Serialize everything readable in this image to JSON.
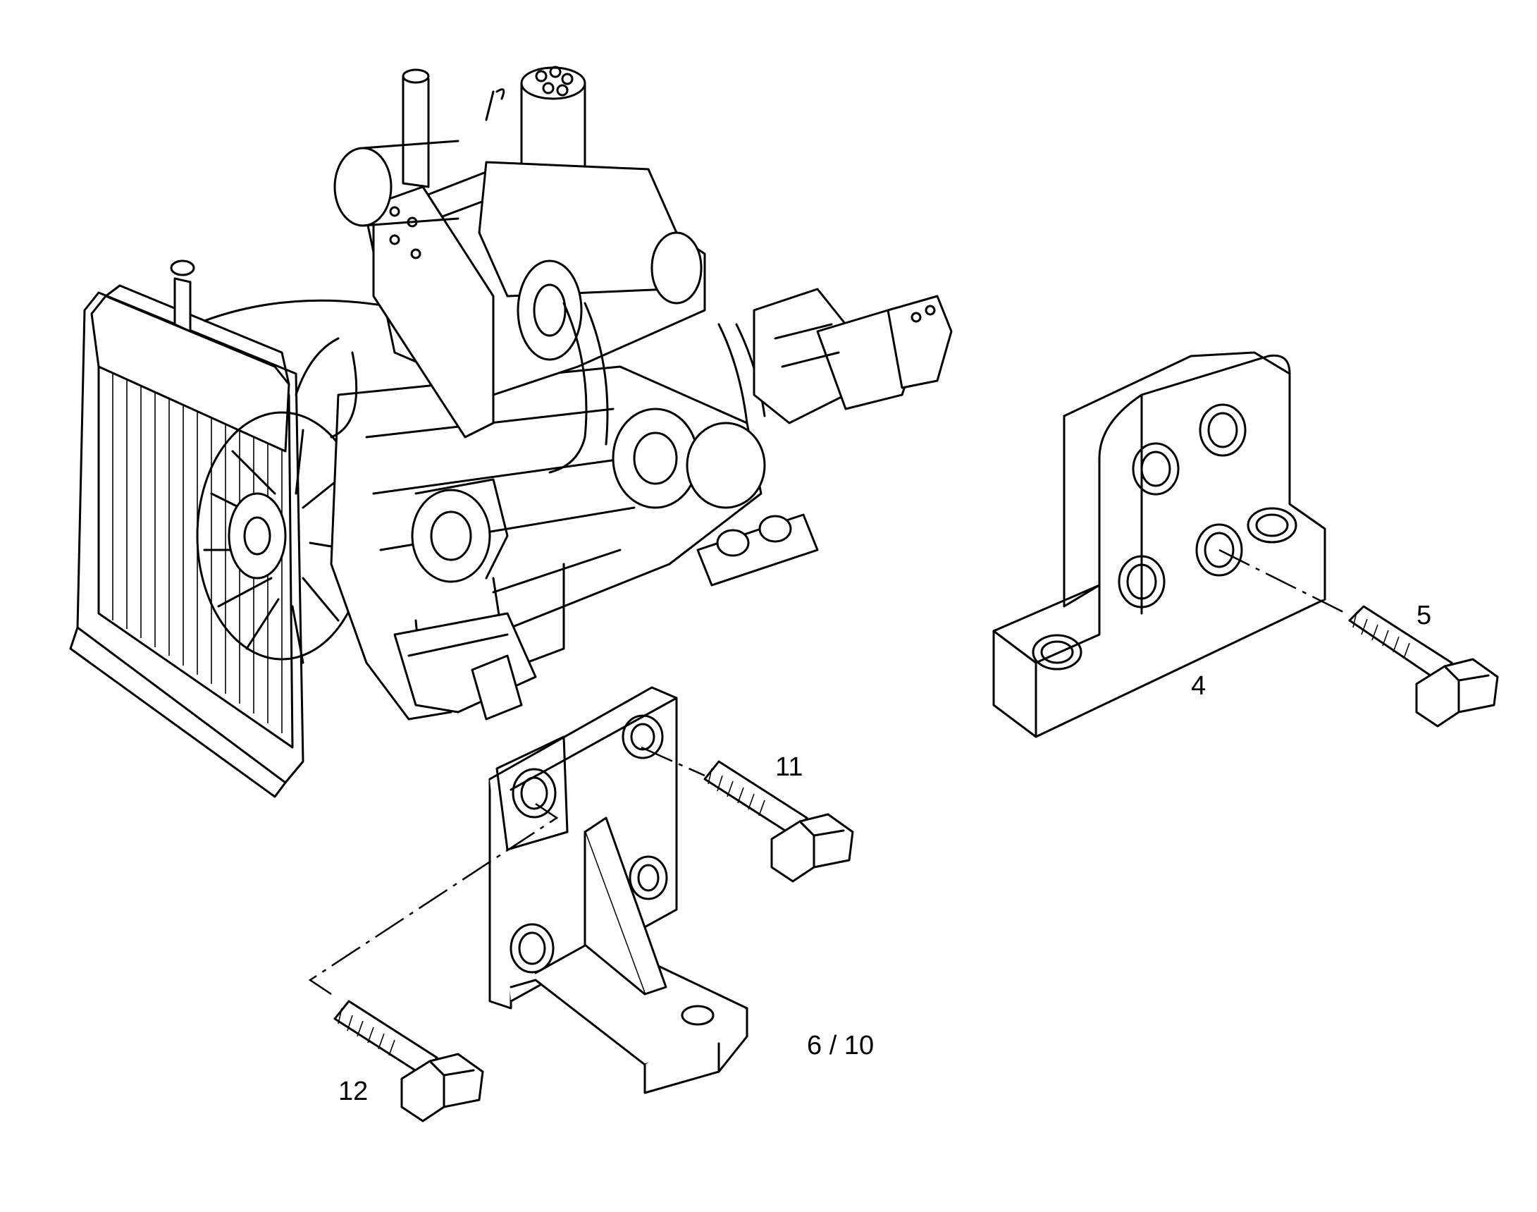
{
  "callouts": {
    "bracket_rear": "4",
    "bolt_rear": "5",
    "bracket_front": "6 / 10",
    "bolt_front_upper": "11",
    "bolt_front_lower": "12"
  }
}
